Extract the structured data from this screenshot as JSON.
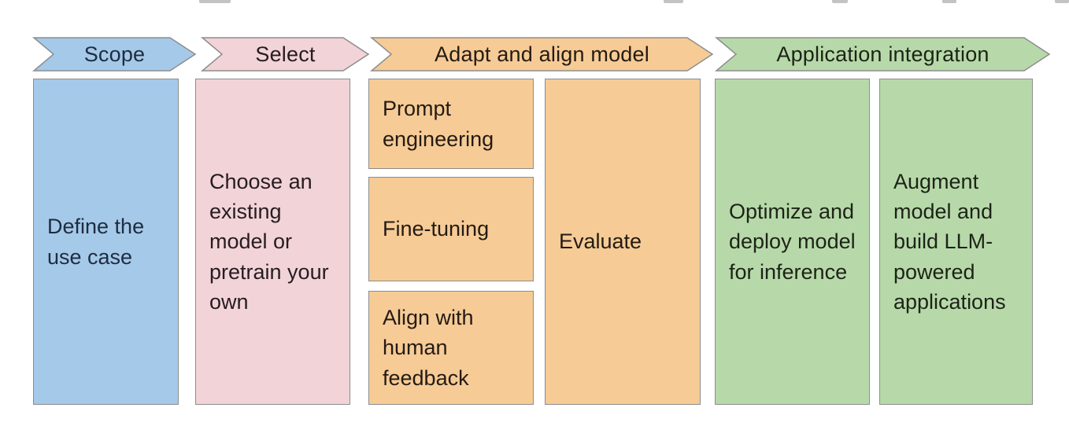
{
  "diagram_name": "llm-project-lifecycle-flow",
  "border_color": "#8d8d8d",
  "background": "#ffffff",
  "stages": [
    {
      "id": "scope",
      "label": "Scope",
      "fill": "#a5c9e9",
      "text_color": "#1e2c40",
      "boxes": [
        "Define the use case"
      ]
    },
    {
      "id": "select",
      "label": "Select",
      "fill": "#f2d3d8",
      "text_color": "#251d1f",
      "boxes": [
        "Choose an existing model or pretrain your own"
      ]
    },
    {
      "id": "adapt",
      "label": "Adapt and align model",
      "fill": "#f6cb96",
      "text_color": "#241b13",
      "boxes": [
        "Prompt engineering",
        "Fine-tuning",
        "Align with human feedback",
        "Evaluate"
      ]
    },
    {
      "id": "application",
      "label": "Application integration",
      "fill": "#b7d9aa",
      "text_color": "#1d2316",
      "boxes": [
        "Optimize and deploy model for inference",
        "Augment model and build LLM-powered applications"
      ]
    }
  ]
}
